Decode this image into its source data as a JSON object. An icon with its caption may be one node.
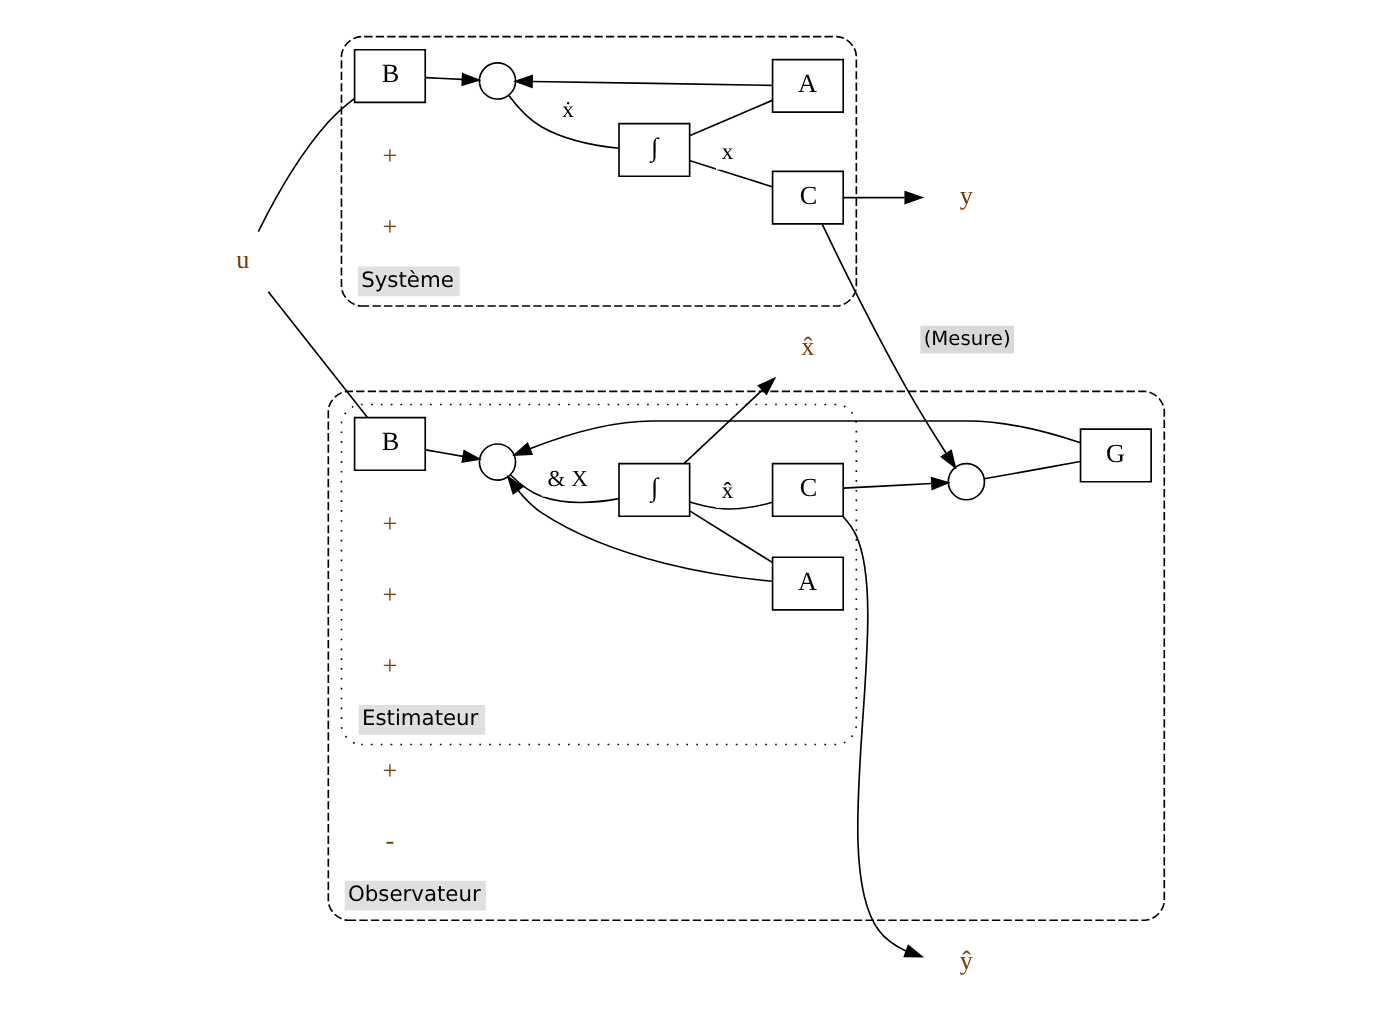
{
  "diagram": {
    "nodes": [
      {
        "text": [
          "Système"
        ]
      },
      {
        "text": [
          "u"
        ]
      },
      {
        "text": [
          "B"
        ],
        "in": 0
      },
      {
        "text": [],
        "shape": "circle",
        "in": 0
      },
      {
        "text": [
          "∫"
        ],
        "in": 0
      },
      {
        "text": [
          "C"
        ],
        "in": 0
      },
      {
        "text": [
          "A"
        ],
        "in": 0
      },
      {
        "text": [
          "y"
        ]
      },
      {
        "text": [
          "Observateur"
        ]
      },
      {
        "text": [],
        "shape": "circle",
        "in": 8
      },
      {
        "text": [
          "G"
        ],
        "in": 8
      },
      {
        "text": [
          "Estimateur"
        ],
        "in": 8
      },
      {
        "text": [
          "B"
        ],
        "in": 11
      },
      {
        "text": [],
        "shape": "circle",
        "in": 11
      },
      {
        "text": [
          "∫"
        ],
        "in": 11
      },
      {
        "text": [
          "C"
        ],
        "in": 11
      },
      {
        "text": [
          "A"
        ],
        "in": 11
      },
      {
        "text": [
          "ŷ"
        ]
      },
      {
        "text": [
          "x̂"
        ]
      }
    ],
    "edges": [
      {
        "from": 1,
        "to": 2,
        "arrow": "none"
      },
      {
        "from": 1,
        "to": 12,
        "arrow": "none"
      },
      {
        "from": 2,
        "to": 3,
        "arrow": "to"
      },
      {
        "from": 3,
        "to": 4,
        "arrow": "none",
        "label": "ẋ"
      },
      {
        "from": 4,
        "to": 5,
        "arrow": "none",
        "label": "x"
      },
      {
        "from": 4,
        "to": 6,
        "arrow": "none"
      },
      {
        "from": 6,
        "to": 3,
        "arrow": "to"
      },
      {
        "from": 5,
        "to": 7,
        "arrow": "to"
      },
      {
        "from": 5,
        "to": 9,
        "arrow": "to"
      },
      {
        "from": 9,
        "to": 10,
        "arrow": "none"
      },
      {
        "from": 10,
        "to": 13,
        "arrow": "to"
      },
      {
        "from": 12,
        "to": 13,
        "arrow": "to"
      },
      {
        "from": 13,
        "to": 14,
        "arrow": "none",
        "label": "& X"
      },
      {
        "from": 14,
        "to": 15,
        "arrow": "none",
        "label": "x̂"
      },
      {
        "from": 14,
        "to": 16,
        "arrow": "none"
      },
      {
        "from": 16,
        "to": 13,
        "arrow": "to"
      },
      {
        "from": 15,
        "to": 17,
        "arrow": "to"
      },
      {
        "from": 15,
        "to": 9,
        "arrow": "to"
      },
      {
        "from": 14,
        "to": 18,
        "arrow": "to"
      }
    ],
    "labels": [
      "+",
      "+",
      "(Mesure)",
      "+",
      "-",
      "+",
      "+",
      "+"
    ]
  }
}
